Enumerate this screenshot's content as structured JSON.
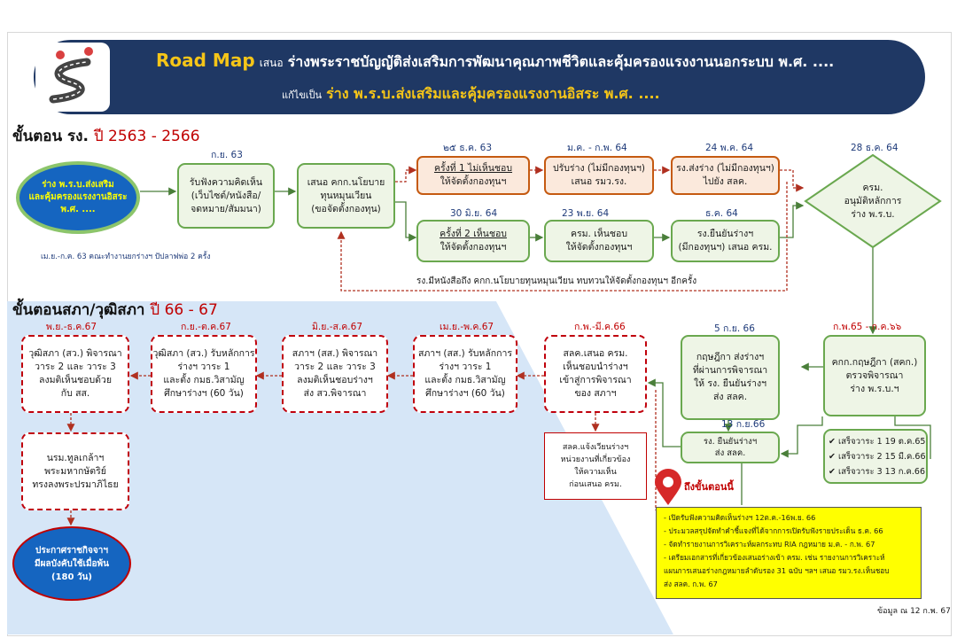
{
  "header": {
    "line1_brand": "Road Map",
    "line1_prefix": "เสนอ",
    "line1_title": "ร่างพระราชบัญญัติส่งเสริมการพัฒนาคุณภาพชีวิตและคุ้มครองแรงงานนอกระบบ พ.ศ. ....",
    "line2_prefix": "แก้ไขเป็น",
    "line2_title": "ร่าง พ.ร.บ.ส่งเสริมและคุ้มครองแรงงานอิสระ พ.ศ. ....",
    "logo_icon": "winding-road-icon"
  },
  "stage1": {
    "title": "ขั้นตอน รง.",
    "years": "ปี 2563 - 2566",
    "start_lines": [
      "ร่าง พ.ร.บ.ส่งเสริม",
      "และคุ้มครองแรงงานอิสระ",
      "พ.ศ. ...."
    ],
    "start_note": "เม.ย.-ก.ค. 63 คณะทำงานยกร่างฯ ปัปลาฟพ่อ 2 ครั้ง",
    "hearing": {
      "date": "ก.ย. 63",
      "lines": [
        "รับฟังความคิดเห็น",
        "(เว็บไซต์/หนังสือ/",
        "จดหมาย/สัมมนา)"
      ]
    },
    "policy": {
      "lines": [
        "เสนอ คกก.นโยบาย",
        "ทุนหมุนเวียน",
        "(ขอจัดตั้งกองทุน)"
      ]
    },
    "orange_boxes": [
      {
        "date": "๒๕ ธ.ค. 63",
        "lines": [
          "ครั้งที่ 1 ไม่เห็นชอบ",
          "ให้จัดตั้งกองทุนฯ"
        ]
      },
      {
        "date": "ม.ค. - ก.พ. 64",
        "lines": [
          "ปรับร่าง (ไม่มีกองทุนฯ)",
          "เสนอ รมว.รง."
        ]
      },
      {
        "date": "24  พ.ค. 64",
        "lines": [
          "รง.ส่งร่าง (ไม่มีกองทุนฯ)",
          "ไปยัง สลค."
        ]
      }
    ],
    "green_boxes": [
      {
        "date": "30 มิ.ย. 64",
        "lines": [
          "ครั้งที่ 2 เห็นชอบ",
          "ให้จัดตั้งกองทุนฯ"
        ]
      },
      {
        "date": "23 พ.ย. 64",
        "lines": [
          "ครม. เห็นชอบ",
          "ให้จัดตั้งกองทุนฯ"
        ]
      },
      {
        "date": "ธ.ค. 64",
        "lines": [
          "รง.ยืนยันร่างฯ",
          "(มีกองทุนฯ) เสนอ ครม."
        ]
      }
    ],
    "return_note": "รง.มีหนังสือถึง คกก.นโยบายทุนหมุนเวียน ทบทวนให้จัดตั้งกองทุนฯ อีกครั้ง",
    "cabinet": {
      "date": "28 ธ.ค. 64",
      "lines": [
        "ครม.",
        "อนุมัติหลักการ",
        "ร่าง พ.ร.บ."
      ]
    }
  },
  "stage2": {
    "title": "ขั้นตอนสภา/วุฒิสภา",
    "years": "ปี 66 - 67",
    "council": {
      "date": "ก.พ.65 - ก.ค.๖๖",
      "lines": [
        "คกก.กฤษฎีกา (สคก.)",
        "ตรวจพิจารณา",
        "ร่าง พ.ร.บ.ฯ"
      ]
    },
    "checklist": [
      "เสร็จวาระ 1  19 ต.ค.65",
      "เสร็จวาระ 2  15 มี.ค.66",
      "เสร็จวาระ 3  13 ก.ค.66"
    ],
    "krisdika_send": {
      "date": "5 ก.ย. 66",
      "lines": [
        "กฤษฎีกา ส่งร่างฯ",
        "ที่ผ่านการพิจารณา",
        "ให้ รง. ยืนยันร่างฯ",
        "ส่ง สลค."
      ]
    },
    "confirm": {
      "date": "13 ก.ย.66",
      "lines": [
        "รง. ยืนยันร่างฯ",
        "ส่ง สลค."
      ]
    },
    "slk": {
      "date": "ก.พ.-มี.ค.66",
      "lines": [
        "สลค.เสนอ ครม.",
        "เห็นชอบนำร่างฯ",
        "เข้าสู่การพิจารณา",
        "ของ สภาฯ"
      ]
    },
    "slk_note": [
      "สลค.แจ้งเวียนร่างฯ",
      "หน่วยงานที่เกี่ยวข้อง",
      "ให้ความเห็น",
      "ก่อนเสนอ ครม."
    ],
    "house1": {
      "date": "เม.ย.-พ.ค.67",
      "lines": [
        "สภาฯ (สส.) รับหลักการ",
        "ร่างฯ วาระ 1",
        "และตั้ง กมธ.วิสามัญ",
        "ศึกษาร่างฯ (60 วัน)"
      ]
    },
    "house2": {
      "date": "มิ.ย.-ส.ค.67",
      "lines": [
        "สภาฯ (สส.) พิจารณา",
        "วาระ 2 และ วาระ 3",
        "ลงมติเห็นชอบร่างฯ",
        "ส่ง สว.พิจารณา"
      ]
    },
    "senate1": {
      "date": "ก.ย.-ต.ค.67",
      "lines": [
        "วุฒิสภา (สว.) รับหลักการ",
        "ร่างฯ วาระ 1",
        "และตั้ง กมธ.วิสามัญ",
        "ศึกษาร่างฯ (60 วัน)"
      ]
    },
    "senate2": {
      "date": "พ.ย.-ธ.ค.67",
      "lines": [
        "วุฒิสภา (สว.) พิจารณา",
        "วาระ 2 และ วาระ 3",
        "ลงมติเห็นชอบด้วย",
        "กับ สส."
      ]
    },
    "royal": {
      "lines": [
        "นรม.ทูลเกล้าฯ",
        "พระมหากษัตริย์",
        "ทรงลงพระปรมาภิไธย"
      ]
    },
    "gazette": {
      "lines": [
        "ประกาศราชกิจจาฯ",
        "มีผลบังคับใช้เมื่อพ้น",
        "(180 วัน)"
      ]
    },
    "current_label": "ถึงขั้นตอนนี้",
    "current_icon": "location-pin-icon",
    "current_items": [
      "- เปิดรับฟังความคิดเห็นร่างฯ 12ต.ค.-16พ.ย. 66",
      "- ประมวลสรุปจัดทำคำชี้แจงที่ได้จากการเปิดรับฟังรายประเด็น ธ.ค. 66",
      "- จัดทำรายงานการวิเคราะห์ผลกระทบ RIA กฎหมาย ม.ค. - ก.พ. 67",
      "- เตรียมเอกสารที่เกี่ยวข้องเสนอร่างเข้า ครม. เช่น รายงานการวิเคราะห์",
      "  แผนการเสนอร่างกฎหมายลำดับรอง 31 ฉบับ ฯลฯ เสนอ รมว.รง.เห็นชอบ",
      "  ส่ง สลค. ก.พ. 67"
    ],
    "source_note": "ข้อมูล ณ 12 ก.พ. 67"
  },
  "colors": {
    "header_bg": "#1f3864",
    "brand": "#f5c518",
    "accent_red": "#c00000",
    "green_border": "#6aa84f",
    "orange_border": "#c55a11",
    "ellipse_blue": "#1565c0",
    "highlight_yellow": "#ffff00"
  }
}
